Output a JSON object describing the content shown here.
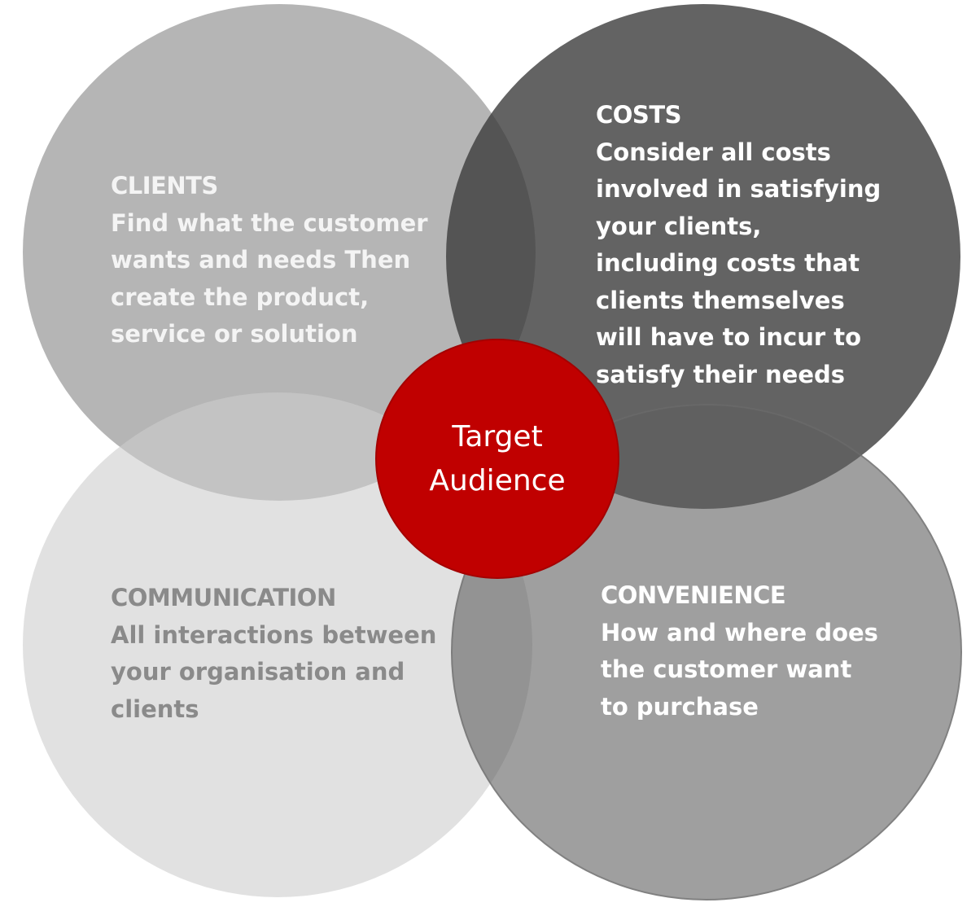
{
  "center": {
    "line1": "Target",
    "line2": "Audience"
  },
  "sections": {
    "clients": {
      "heading": "CLIENTS",
      "lines": [
        "Find what the customer",
        "wants and needs Then",
        "create the product,",
        "service or solution"
      ]
    },
    "costs": {
      "heading": "COSTS",
      "lines": [
        "Consider all costs",
        "involved in satisfying",
        "your clients,",
        "including costs that",
        "clients themselves",
        "will have to incur to",
        "satisfy their needs"
      ]
    },
    "communication": {
      "heading": "COMMUNICATION",
      "lines": [
        "All interactions between",
        "your organisation and",
        "clients"
      ]
    },
    "convenience": {
      "heading": "CONVENIENCE",
      "lines": [
        "How and where does",
        "the customer want",
        "to purchase"
      ]
    }
  },
  "colors": {
    "center_fill": "#c00000",
    "clients_fill": "#969696",
    "costs_fill": "#3c3c3c",
    "communication_fill": "#cdcdcd",
    "convenience_fill": "#5f5f5f",
    "communication_text": "#8a8a8a"
  }
}
